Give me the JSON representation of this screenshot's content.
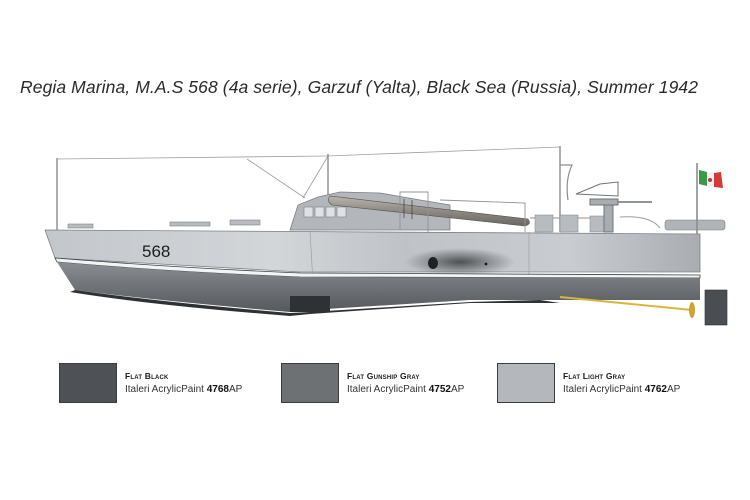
{
  "caption": {
    "title": "Regia Marina, M.A.S 568 (4a serie), Garzuf (Yalta), Black Sea (Russia), Summer 1942"
  },
  "boat": {
    "hull_number": "568",
    "flag": "italian-naval-ensign",
    "colors": {
      "hull_light": "#c9cdd1",
      "hull_mid": "#a9adb2",
      "hull_dark": "#5c6065",
      "bottom": "#3e4246",
      "propeller_shaft": "#d8b63a",
      "flag_green": "#3a9a4a",
      "flag_red": "#d43a3a"
    }
  },
  "paints": [
    {
      "name": "Flat Black",
      "brand": "Italeri AcrylicPaint",
      "code": "4768",
      "suffix": "AP",
      "color": "#4e5256"
    },
    {
      "name": "Flat Gunship Gray",
      "brand": "Italeri AcrylicPaint",
      "code": "4752",
      "suffix": "AP",
      "color": "#6e7174"
    },
    {
      "name": "Flat Light Gray",
      "brand": "Italeri AcrylicPaint",
      "code": "4762",
      "suffix": "AP",
      "color": "#b4b8bd"
    }
  ]
}
